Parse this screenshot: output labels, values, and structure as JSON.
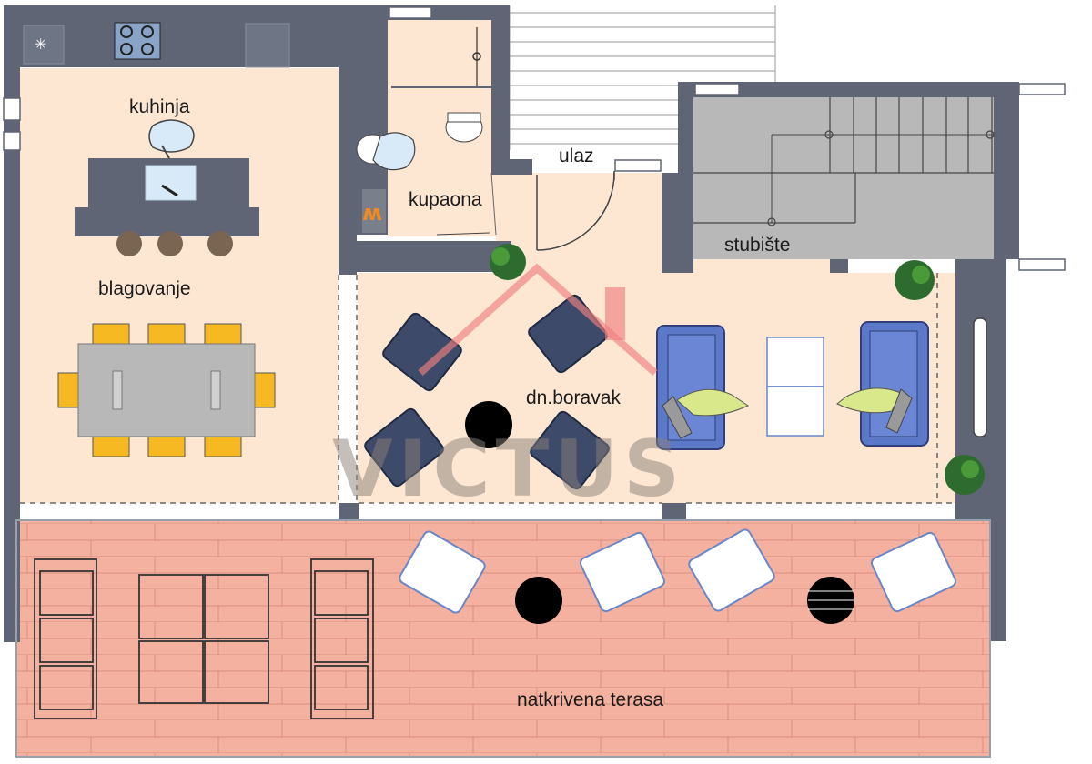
{
  "rooms": {
    "kitchen": "kuhinja",
    "dining": "blagovanje",
    "bathroom": "kupaona",
    "entrance": "ulaz",
    "stairs": "stubište",
    "living": "dn.boravak",
    "terrace": "natkrivena terasa"
  },
  "watermark": {
    "brand": "VICTUS"
  },
  "colors": {
    "floor": "#fde7d3",
    "wall": "#5f6574",
    "stairs_floor": "#b8b8b8",
    "terrace_wood": "#f5b1a0",
    "armchair": "#3e4a6a",
    "sofa": "#5c78c8",
    "dining_chair": "#f6b921"
  }
}
